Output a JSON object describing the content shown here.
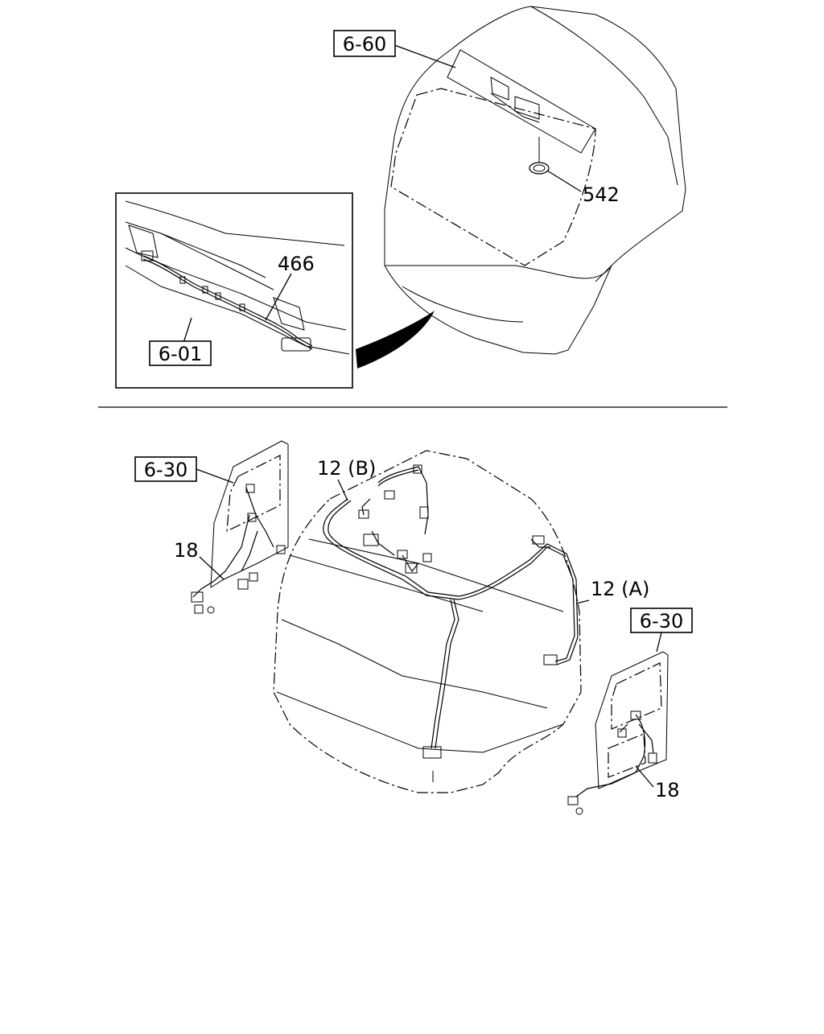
{
  "diagram": {
    "top_section": {
      "callouts": [
        {
          "id": "ref-6-60",
          "text": "6-60",
          "boxed": true
        },
        {
          "id": "part-542",
          "text": "542",
          "boxed": false
        }
      ],
      "inset": {
        "callouts": [
          {
            "id": "part-466",
            "text": "466",
            "boxed": false
          },
          {
            "id": "ref-6-01",
            "text": "6-01",
            "boxed": true
          }
        ]
      }
    },
    "bottom_section": {
      "callouts": [
        {
          "id": "ref-6-30-left",
          "text": "6-30",
          "boxed": true
        },
        {
          "id": "part-18-left",
          "text": "18",
          "boxed": false
        },
        {
          "id": "part-12b",
          "text": "12 (B)",
          "boxed": false
        },
        {
          "id": "part-12a",
          "text": "12 (A)",
          "boxed": false
        },
        {
          "id": "ref-6-30-right",
          "text": "6-30",
          "boxed": true
        },
        {
          "id": "part-18-right",
          "text": "18",
          "boxed": false
        }
      ]
    }
  }
}
